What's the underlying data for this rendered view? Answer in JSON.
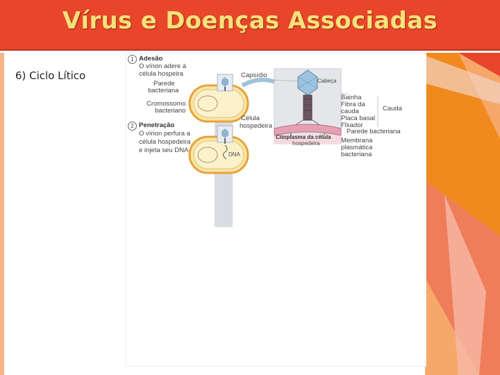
{
  "slide": {
    "title": "Vírus e Doenças Associadas",
    "subtitle": "6) Ciclo Lítico"
  },
  "figure": {
    "step1": {
      "number": "1",
      "heading": "Adesão",
      "line1": "O vírion adere à",
      "line2": "célula hospeira"
    },
    "step2": {
      "number": "2",
      "heading": "Penetração",
      "line1": "O vírion perfura a",
      "line2": "célula hospedeira",
      "line3": "e injeta seu DNA"
    },
    "labels": {
      "parede_1": "Parede",
      "parede_2": "bacteriana",
      "cromossomo_1": "Cromossomo",
      "cromossomo_2": "bacteriano",
      "capsideo": "Capsídio",
      "cabeca": "Cabeça",
      "celula_1": "Célula",
      "celula_2": "hospedeira",
      "dna": "DNA",
      "bainha": "Bainha",
      "fibra_1": "Fibra da",
      "fibra_2": "cauda",
      "placa": "Placa basal",
      "fixador": "Fixador",
      "cauda": "Cauda",
      "parede_bacteriana": "Parede bacteriana",
      "citoplasma_1": "Citoplasma da célula",
      "citoplasma_2": "hospedeira",
      "membrana_1": "Membrana",
      "membrana_2": "plasmática",
      "membrana_3": "bacteriana"
    }
  },
  "colors": {
    "title_bar": "#e8452a",
    "title_text": "#f7e07a",
    "accent_orange": "#f08a1e",
    "cell_fill": "#f7e6a8",
    "cell_border": "#e8a13a"
  }
}
